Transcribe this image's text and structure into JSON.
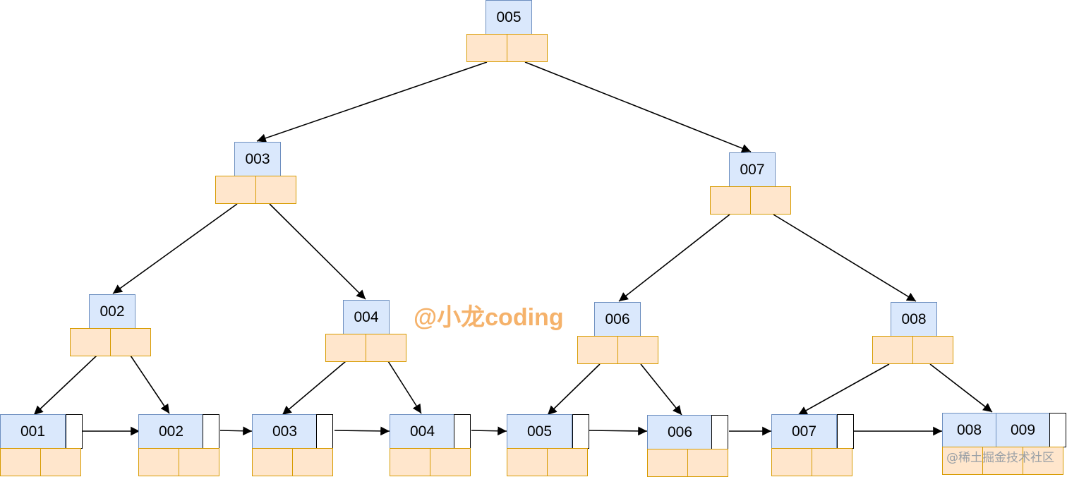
{
  "tree": {
    "root": {
      "key": "005"
    },
    "level1": [
      {
        "key": "003"
      },
      {
        "key": "007"
      }
    ],
    "level2": [
      {
        "key": "002"
      },
      {
        "key": "004"
      },
      {
        "key": "006"
      },
      {
        "key": "008"
      }
    ],
    "leaves": [
      {
        "keys": [
          "001"
        ]
      },
      {
        "keys": [
          "002"
        ]
      },
      {
        "keys": [
          "003"
        ]
      },
      {
        "keys": [
          "004"
        ]
      },
      {
        "keys": [
          "005"
        ]
      },
      {
        "keys": [
          "006"
        ]
      },
      {
        "keys": [
          "007"
        ]
      },
      {
        "keys": [
          "008",
          "009"
        ]
      }
    ]
  },
  "watermark": "@小龙coding",
  "credit": "@稀土掘金技术社区",
  "colors": {
    "key_fill": "#dae8fc",
    "key_border": "#6c8ebf",
    "pointer_fill": "#ffe6cc",
    "pointer_border": "#d79b00",
    "watermark": "#f5b26b"
  }
}
